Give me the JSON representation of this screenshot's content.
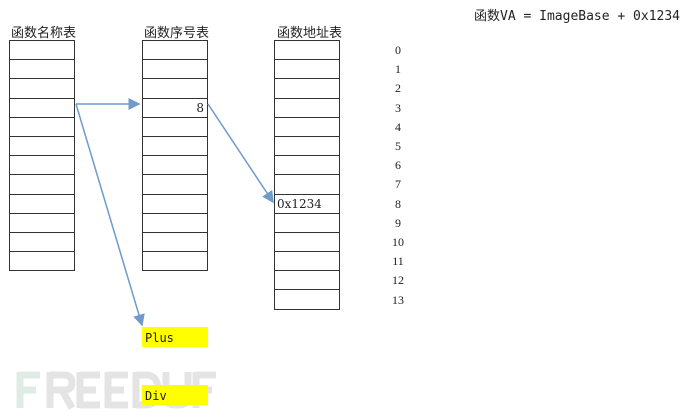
{
  "formula": "函数VA = ImageBase + 0x1234",
  "tables": {
    "name_table": {
      "title": "函数名称表",
      "rows": 12
    },
    "ordinal_table": {
      "title": "函数序号表",
      "rows": 12,
      "value": "8"
    },
    "address_table": {
      "title": "函数地址表",
      "rows": 14,
      "value": "0x1234"
    }
  },
  "indices": [
    "0",
    "1",
    "2",
    "3",
    "4",
    "5",
    "6",
    "7",
    "8",
    "9",
    "10",
    "11",
    "12",
    "13"
  ],
  "names": {
    "plus": "Plus",
    "div": "Div"
  },
  "highlight_color": "#ffff00",
  "arrow_color": "#6f9bc8",
  "watermark": "FREEDUF"
}
